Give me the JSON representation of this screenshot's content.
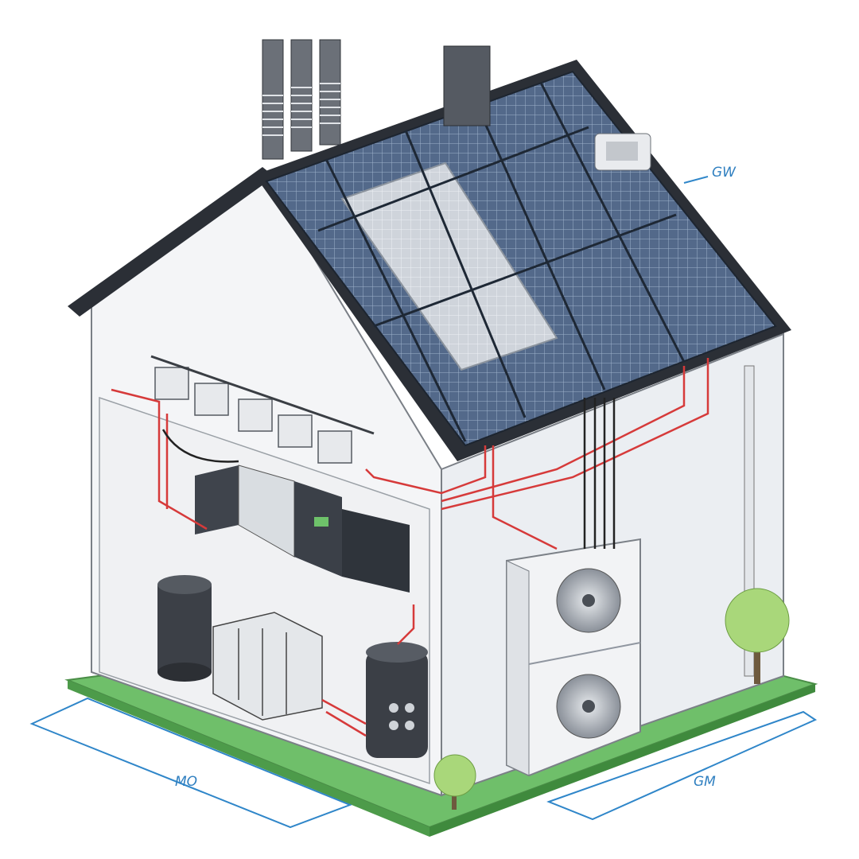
{
  "labels": {
    "roof_dim": "GW",
    "left_dim": "MO",
    "right_dim": "GM"
  },
  "colors": {
    "wall": "#f4f5f7",
    "roof_edge": "#2b2f36",
    "solar_dark": "#4a5f7c",
    "solar_light": "#7f97b5",
    "solar_center": "#c9ced6",
    "wire_red": "#d63a3a",
    "wire_black": "#222222",
    "unit_gray": "#3f444c",
    "lawn": "#6fbf6a",
    "tree": "#a9d77a",
    "dimension_line": "#2f86c9"
  },
  "icons": [
    "chimney-icon",
    "solar-panel-icon",
    "fan-icon",
    "battery-icon",
    "inverter-icon",
    "tank-icon",
    "tree-icon"
  ]
}
